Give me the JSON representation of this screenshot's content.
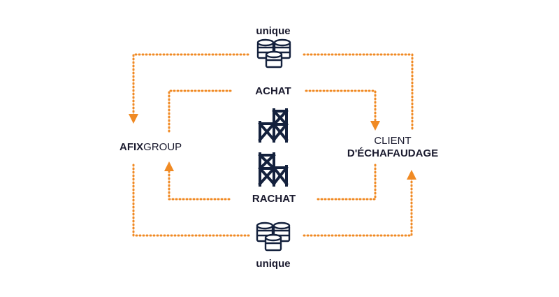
{
  "labels": {
    "top_unique": "unique",
    "achat": "ACHAT",
    "afix_bold": "AFIX",
    "afix_rest": "GROUP",
    "client_line1": "CLIENT",
    "client_line2": "D'ÉCHAFAUDAGE",
    "rachat": "RACHAT",
    "bottom_unique": "unique"
  },
  "icons": {
    "coins": "coin-stack-icon",
    "scaffold": "scaffolding-icon"
  },
  "colors": {
    "arrow": "#f08a24",
    "ink": "#14213d"
  }
}
